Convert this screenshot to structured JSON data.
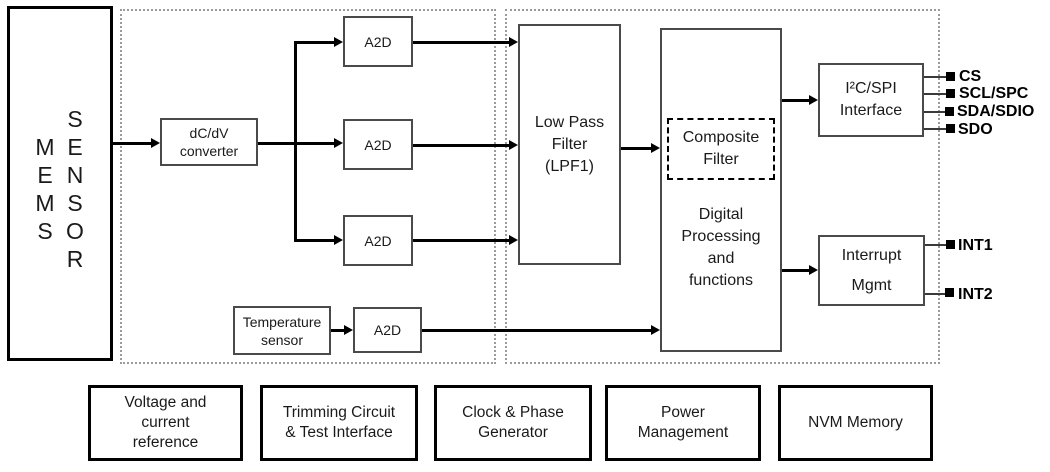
{
  "mems": {
    "rows": [
      {
        "c1": "",
        "c2": "S"
      },
      {
        "c1": "M",
        "c2": "E"
      },
      {
        "c1": "E",
        "c2": "N"
      },
      {
        "c1": "M",
        "c2": "S"
      },
      {
        "c1": "S",
        "c2": "O"
      },
      {
        "c1": "",
        "c2": "R"
      }
    ]
  },
  "blocks": {
    "dcdv": "dC/dV\nconverter",
    "a2d": "A2D",
    "temp": "Temperature\nsensor",
    "lpf": "Low Pass\nFilter\n(LPF1)",
    "composite": "Composite\nFilter",
    "dp": "Digital\nProcessing\nand\nfunctions",
    "i2c": "I²C/SPI\nInterface",
    "interrupt": "Interrupt\nMgmt"
  },
  "pins": {
    "spi": [
      "CS",
      "SCL/SPC",
      "SDA/SDIO",
      "SDO"
    ],
    "int": [
      "INT1",
      "INT2"
    ]
  },
  "bottom": [
    "Voltage and\ncurrent\nreference",
    "Trimming Circuit\n& Test Interface",
    "Clock & Phase\nGenerator",
    "Power\nManagement",
    "NVM Memory"
  ],
  "colors": {
    "line": "#000000",
    "thin_border": "#4a4a4a",
    "container_border": "#9a9a9a",
    "text": "#1a1a1a"
  }
}
